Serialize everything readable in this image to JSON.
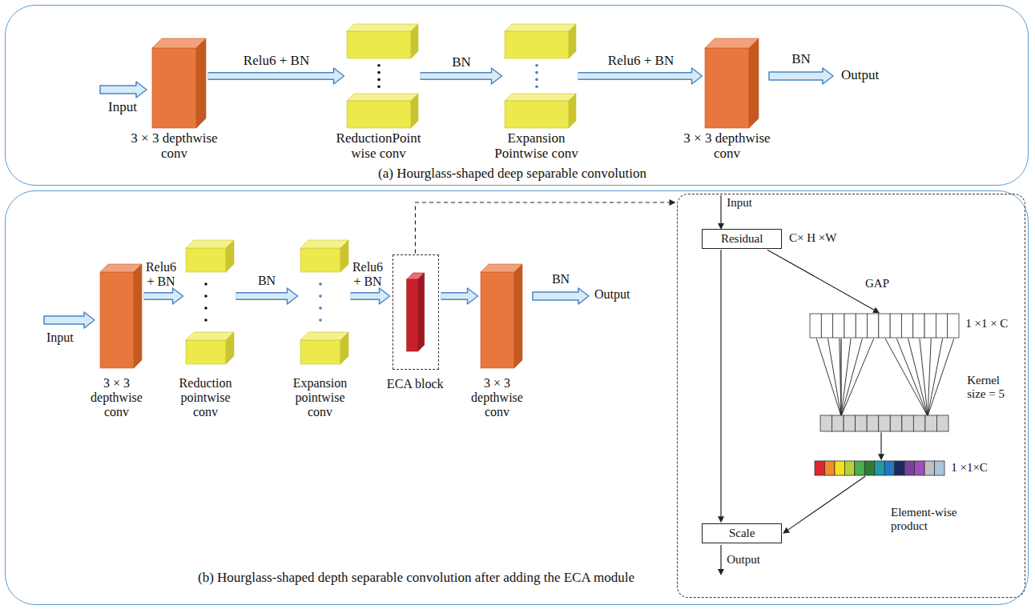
{
  "diagram": {
    "nodes": [
      {
        "text": [
          "(a) Hourglass-shaped deep separable convolution"
        ]
      },
      {
        "text": [
          "3 × 3 depthwise conv"
        ],
        "in": 0
      },
      {
        "text": [
          "ReductionPoint wise conv"
        ],
        "in": 0
      },
      {
        "text": [
          "Expansion Pointwise conv"
        ],
        "in": 0
      },
      {
        "text": [
          "3 × 3 depthwise conv"
        ],
        "in": 0
      },
      {
        "text": [
          "(b) Hourglass-shaped depth separable convolution after adding the ECA module"
        ]
      },
      {
        "text": [
          "3 × 3 depthwise conv"
        ],
        "in": 5
      },
      {
        "text": [
          "Reduction pointwise conv"
        ],
        "in": 5
      },
      {
        "text": [
          "Expansion pointwise conv"
        ],
        "in": 5
      },
      {
        "text": [
          "ECA block"
        ],
        "in": 5
      },
      {
        "text": [
          "3 × 3 depthwise conv"
        ],
        "in": 5
      },
      {
        "text": [
          "Input",
          "Output"
        ],
        "in": 5
      },
      {
        "text": [
          "Residual"
        ],
        "in": 11
      },
      {
        "text": [
          "1 ×1 × C"
        ],
        "in": 11
      },
      {
        "text": [
          "Kernel size = 5"
        ],
        "in": 11
      },
      {
        "text": [
          "1 ×1×C"
        ],
        "in": 11
      },
      {
        "text": [
          "Scale"
        ],
        "in": 11
      }
    ],
    "edges": [
      {
        "from": 1,
        "to": 2,
        "arrow": "to",
        "label": "Relu6 + BN"
      },
      {
        "from": 2,
        "to": 3,
        "arrow": "to",
        "label": "BN"
      },
      {
        "from": 3,
        "to": 4,
        "arrow": "to",
        "label": "Relu6 + BN"
      },
      {
        "from": 6,
        "to": 7,
        "arrow": "to",
        "label": "Relu6 + BN"
      },
      {
        "from": 7,
        "to": 8,
        "arrow": "to",
        "label": "BN"
      },
      {
        "from": 8,
        "to": 9,
        "arrow": "to",
        "label": "Relu6 + BN"
      },
      {
        "from": 9,
        "to": 10,
        "arrow": "to"
      },
      {
        "from": 9,
        "to": 11,
        "arrow": "to"
      },
      {
        "from": 12,
        "to": 13,
        "arrow": "to",
        "label": "GAP"
      },
      {
        "from": 13,
        "to": 14,
        "arrow": "none"
      },
      {
        "from": 14,
        "to": 15,
        "arrow": "to"
      },
      {
        "from": 15,
        "to": 16,
        "arrow": "to"
      },
      {
        "from": 12,
        "to": 16,
        "arrow": "to"
      }
    ],
    "labels": [
      "Input",
      "BN",
      "Output",
      "Input",
      "BN",
      "Output",
      "C× H ×W",
      "Element-wise product"
    ]
  }
}
